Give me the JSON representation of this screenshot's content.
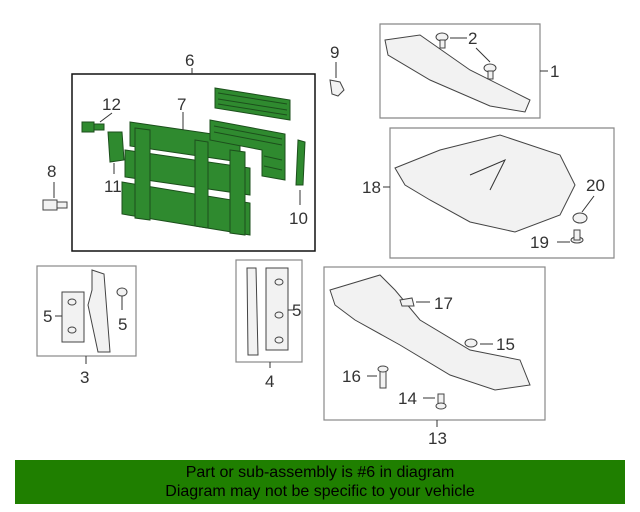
{
  "callouts": {
    "c1": "1",
    "c2": "2",
    "c3": "3",
    "c4": "4",
    "c5a": "5",
    "c5b": "5",
    "c5c": "5",
    "c6": "6",
    "c7": "7",
    "c8": "8",
    "c9": "9",
    "c10": "10",
    "c11": "11",
    "c12": "12",
    "c13": "13",
    "c14": "14",
    "c15": "15",
    "c16": "16",
    "c17": "17",
    "c18": "18",
    "c19": "19",
    "c20": "20"
  },
  "banner": {
    "line1": "Part or sub-assembly is #6 in diagram",
    "line2": "Diagram may not be specific to your vehicle",
    "color": "#1f7f00"
  },
  "colors": {
    "highlight": "#2f8a2f",
    "outline": "#444444"
  }
}
